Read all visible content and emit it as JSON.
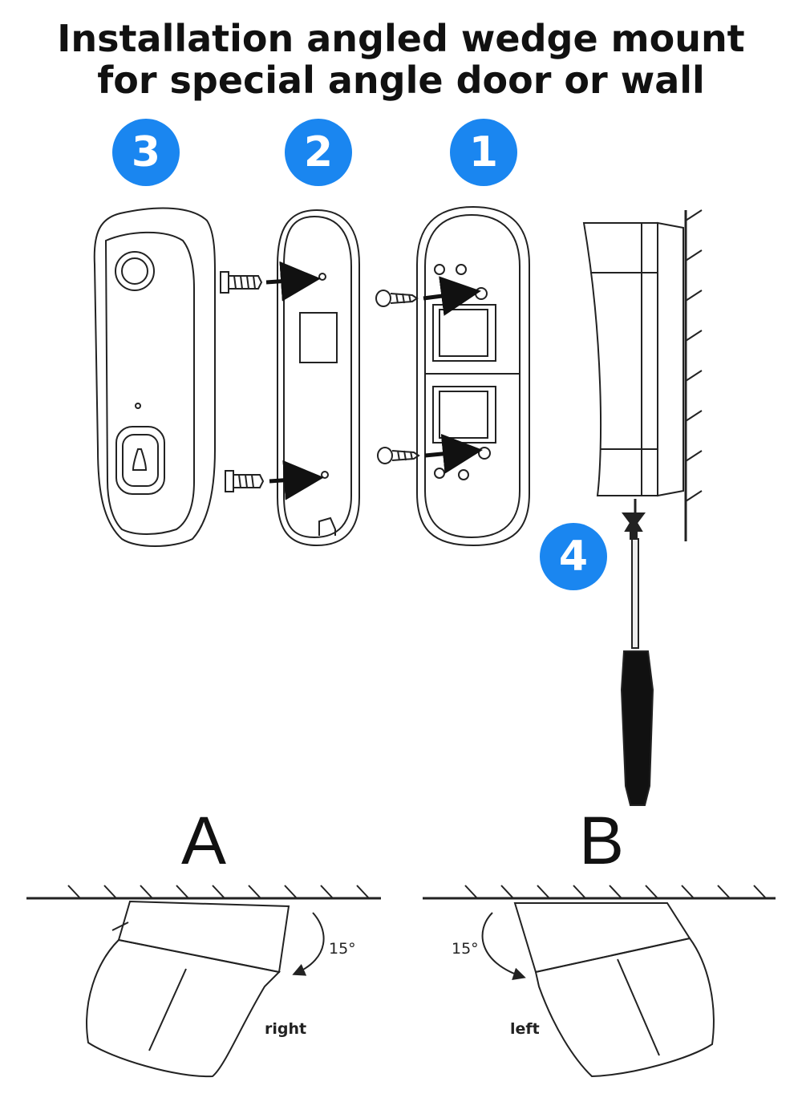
{
  "title": {
    "line1": "Installation angled wedge mount",
    "line2": "for special angle door or wall"
  },
  "steps": {
    "s1": "1",
    "s2": "2",
    "s3": "3",
    "s4": "4"
  },
  "variants": {
    "a": {
      "letter": "A",
      "angle": "15°",
      "direction": "right"
    },
    "b": {
      "letter": "B",
      "angle": "15°",
      "direction": "left"
    }
  },
  "colors": {
    "badge": "#1a86f0",
    "line": "#222222"
  }
}
